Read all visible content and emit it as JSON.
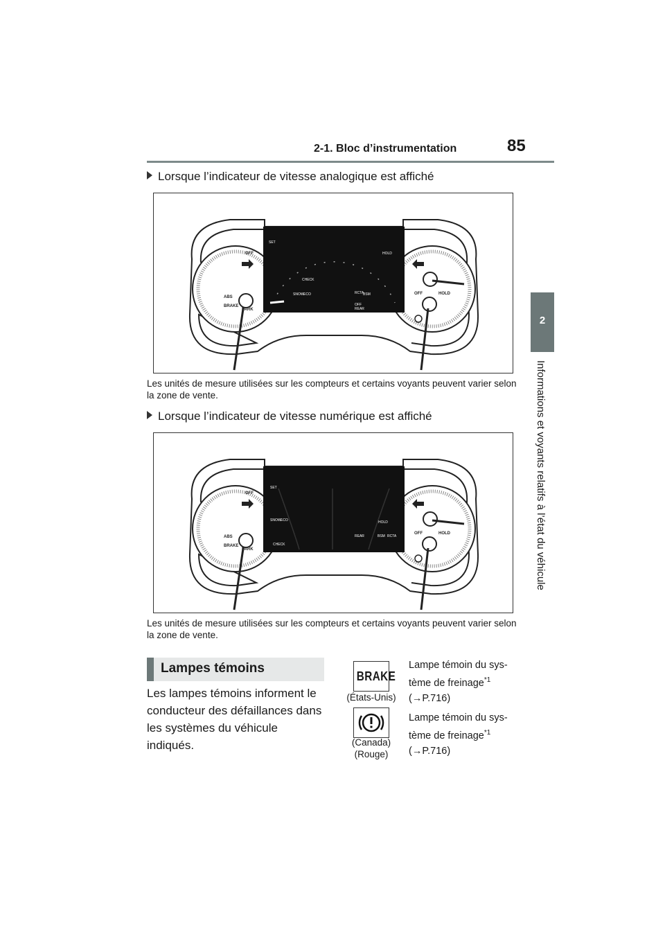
{
  "header": {
    "section": "2-1. Bloc d’instrumentation",
    "page_number": "85"
  },
  "side_tab": {
    "chapter_number": "2",
    "chapter_title": "Informations et voyants relatifs à l’état du véhicule"
  },
  "case_analog": {
    "heading": "Lorsque l’indicateur de vitesse analogique est affiché",
    "caption": "Les unités de mesure utilisées sur les compteurs et certains voyants peuvent varier selon la zone de vente.",
    "labels": {
      "set": "SET",
      "off": "OFF",
      "hold_small": "HOLD",
      "check": "CHECK",
      "snow": "SNOW",
      "eco": "ECO",
      "rcta": "RCTA",
      "bsm": "BSM",
      "p_off": "OFF",
      "rear": "REAR",
      "abs": "ABS",
      "brake": "BRAKE",
      "park": "PARK",
      "hold": "HOLD"
    }
  },
  "case_digital": {
    "heading": "Lorsque l’indicateur de vitesse numérique est affiché",
    "caption": "Les unités de mesure utilisées sur les compteurs et certains voyants peuvent varier selon la zone de vente.",
    "labels": {
      "set": "SET",
      "off": "OFF",
      "hold_small": "HOLD",
      "check": "CHECK",
      "snow": "SNOW",
      "eco": "ECO",
      "rcta": "RCTA",
      "bsm": "BSM",
      "rear": "REAR",
      "abs": "ABS",
      "brake": "BRAKE",
      "park": "PARK",
      "hold": "HOLD"
    }
  },
  "section": {
    "heading": "Lampes témoins",
    "body": "Les lampes témoins informent le conducteur des défaillances dans les systèmes du véhicule indiqués."
  },
  "lamps": [
    {
      "icon": "brake-text-icon",
      "icon_text": "BRAKE",
      "region": "(États-Unis)",
      "desc_line1": "Lampe témoin du sys-",
      "desc_line2": "tème de freinage",
      "footnote": "*1",
      "ref": "(→P.716)"
    },
    {
      "icon": "circle-exclamation-icon",
      "region": "(Canada)",
      "color_note": "(Rouge)",
      "desc_line1": "Lampe témoin du sys-",
      "desc_line2": "tème de freinage",
      "footnote": "*1",
      "ref": "(→P.716)"
    }
  ],
  "colors": {
    "tab": "#6c7878",
    "rule": "#7d8a8a",
    "heading_bg": "#e6e8e8"
  }
}
